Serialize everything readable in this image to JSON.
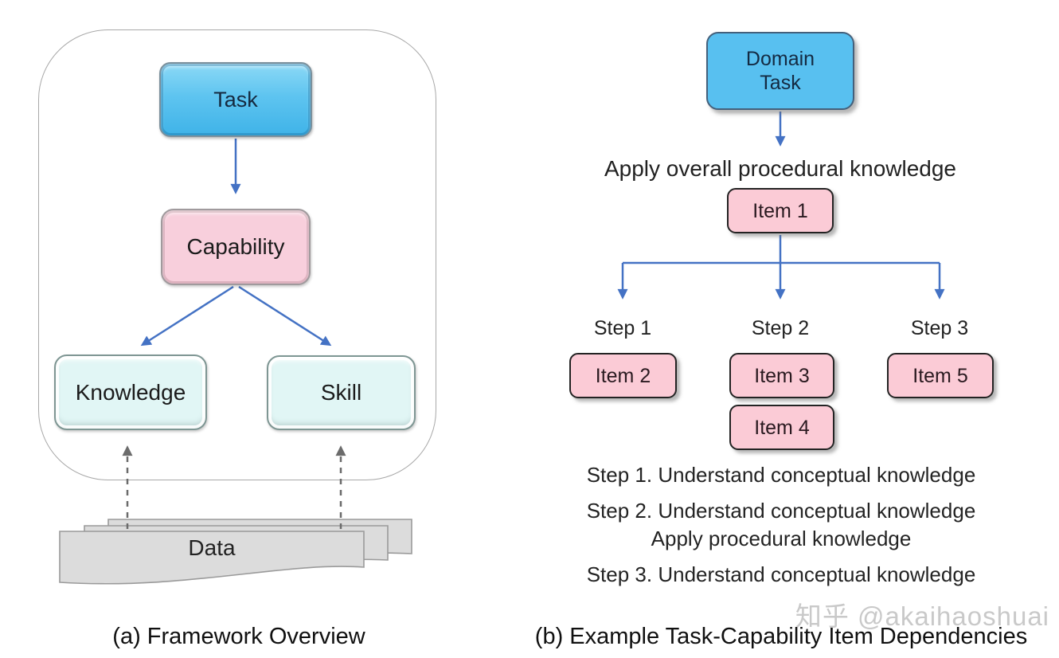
{
  "watermark": "知乎 @akaihaoshuai",
  "panel_a": {
    "caption": "(a) Framework Overview",
    "task_label": "Task",
    "capability_label": "Capability",
    "knowledge_label": "Knowledge",
    "skill_label": "Skill",
    "data_label": "Data"
  },
  "panel_b": {
    "caption": "(b) Example Task-Capability Item Dependencies",
    "domain_task_label": "Domain\nTask",
    "apply_overall_label": "Apply overall procedural knowledge",
    "item1_label": "Item 1",
    "item2_label": "Item 2",
    "item3_label": "Item 3",
    "item4_label": "Item 4",
    "item5_label": "Item 5",
    "step1_label": "Step 1",
    "step2_label": "Step 2",
    "step3_label": "Step 3",
    "step_notes": [
      "Step 1. Understand conceptual knowledge",
      "Step 2. Understand conceptual knowledge",
      "Apply procedural knowledge",
      "Step 3. Understand conceptual knowledge"
    ]
  },
  "colors": {
    "node_blue": "#58c0f0",
    "node_pink_left": "#f8cfdc",
    "node_pink_right": "#fbcbd6",
    "node_cyan": "#e1f6f5",
    "arrow_blue": "#4472c4",
    "dash_gray": "#6b6b6b",
    "data_gray": "#dcdcdc",
    "watermark_gray": "#c9c9c9"
  }
}
